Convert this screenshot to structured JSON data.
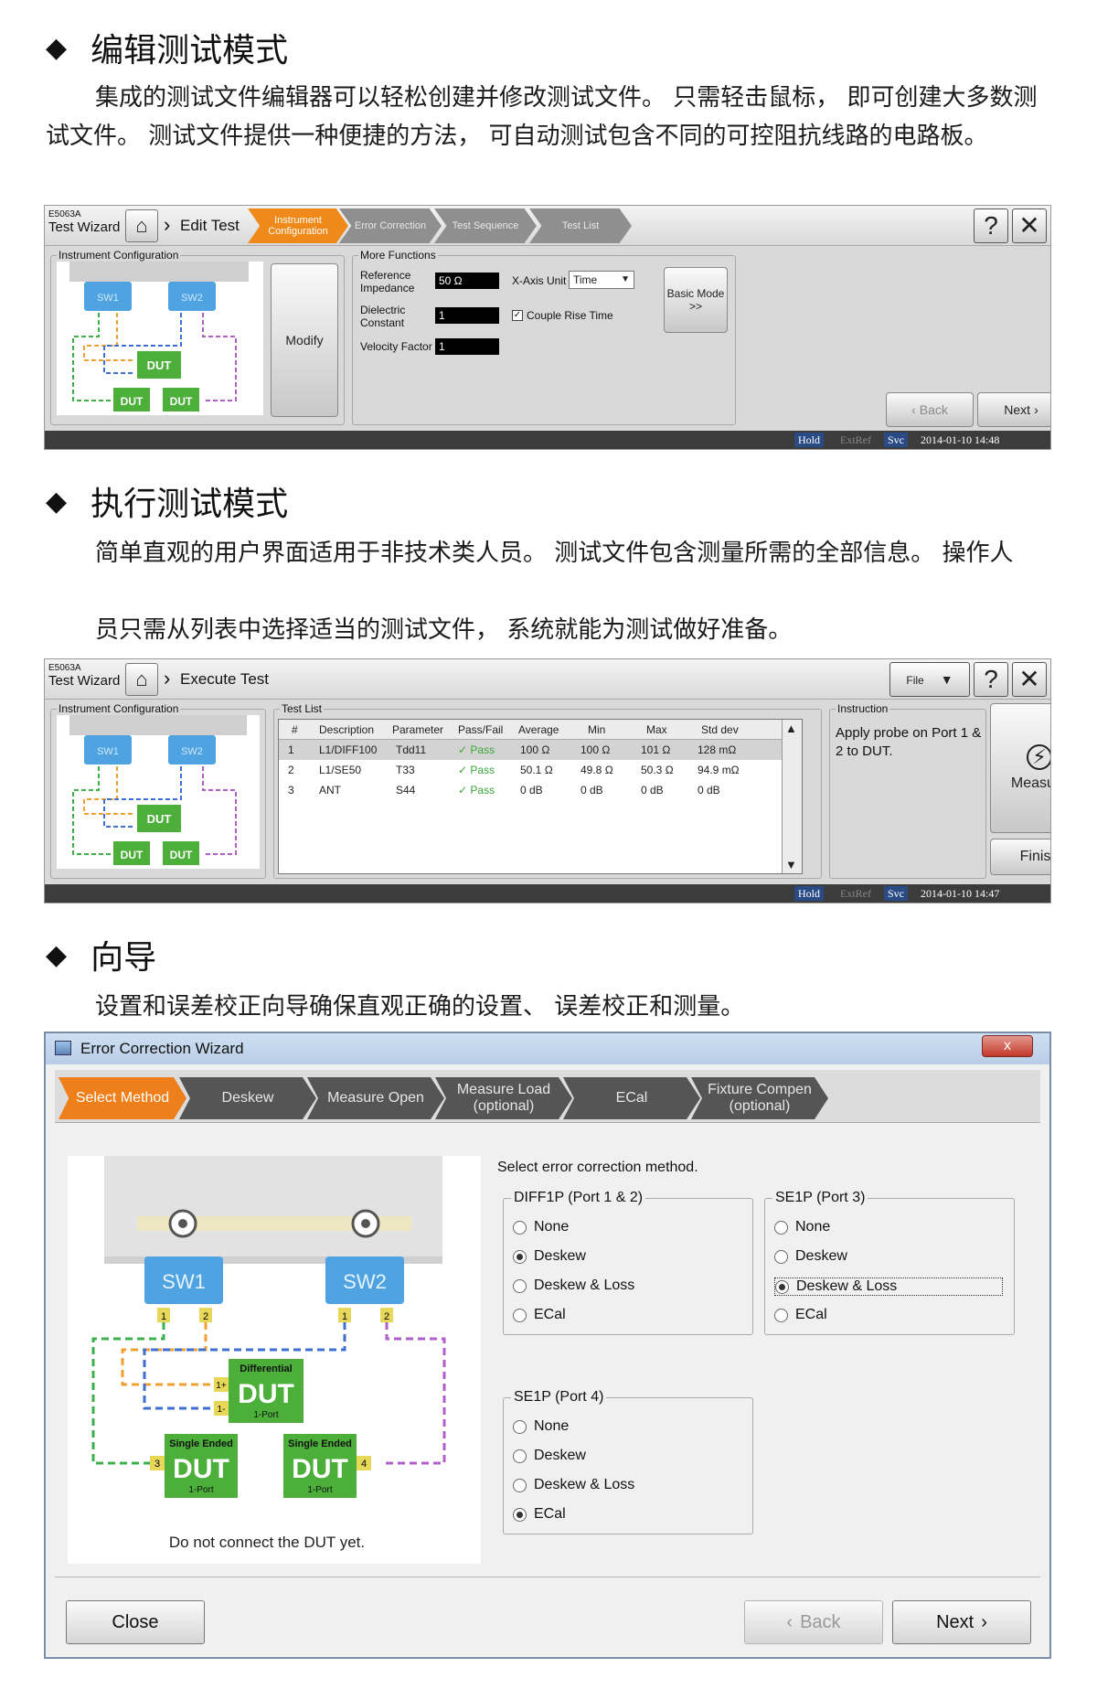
{
  "section1": {
    "bullet": "◆",
    "title": "编辑测试模式",
    "paragraph": "集成的测试文件编辑器可以轻松创建并修改测试文件。 只需轻击鼠标， 即可创建大多数测试文件。 测试文件提供一种便捷的方法， 可自动测试包含不同的可控阻抗线路的电路板。"
  },
  "edit_test": {
    "model": "E5063A",
    "wizard": "Test Wizard",
    "crumb": "Edit Test",
    "steps": [
      "Instrument Configuration",
      "Error Correction",
      "Test Sequence",
      "Test List"
    ],
    "help_label": "?",
    "close_label": "✕",
    "instrument_config_label": "Instrument Configuration",
    "modify_label": "Modify",
    "more_functions_label": "More Functions",
    "reference_impedance_label": "Reference Impedance",
    "reference_impedance_value": "50 Ω",
    "xaxis_label": "X-Axis Unit",
    "xaxis_value": "Time",
    "dielectric_label": "Dielectric Constant",
    "dielectric_value": "1",
    "couple_label": "Couple Rise Time",
    "velocity_label": "Velocity Factor",
    "velocity_value": "1",
    "basic_mode_label": "Basic Mode >>",
    "back_label": "Back",
    "next_label": "Next",
    "status": {
      "hold": "Hold",
      "extref": "ExtRef",
      "svc": "Svc",
      "datetime": "2014-01-10 14:48"
    }
  },
  "section2": {
    "bullet": "◆",
    "title": "执行测试模式",
    "paragraph1": "简单直观的用户界面适用于非技术类人员。 测试文件包含测量所需的全部信息。 操作人",
    "paragraph2": "员只需从列表中选择适当的测试文件， 系统就能为测试做好准备。"
  },
  "execute_test": {
    "model": "E5063A",
    "wizard": "Test Wizard",
    "crumb": "Execute Test",
    "file_label": "File",
    "help_label": "?",
    "close_label": "✕",
    "instrument_config_label": "Instrument Configuration",
    "test_list_label": "Test List",
    "columns": [
      "#",
      "Description",
      "Parameter",
      "Pass/Fail",
      "Average",
      "Min",
      "Max",
      "Std dev"
    ],
    "rows": [
      [
        "1",
        "L1/DIFF100",
        "Tdd11",
        "Pass",
        "100 Ω",
        "100 Ω",
        "101 Ω",
        "128 mΩ"
      ],
      [
        "2",
        "L1/SE50",
        "T33",
        "Pass",
        "50.1 Ω",
        "49.8 Ω",
        "50.3 Ω",
        "94.9 mΩ"
      ],
      [
        "3",
        "ANT",
        "S44",
        "Pass",
        "0 dB",
        "0 dB",
        "0 dB",
        "0 dB"
      ]
    ],
    "instruction_label": "Instruction",
    "instruction_text": "Apply probe on Port 1 & 2  to DUT.",
    "measure_label": "Measure",
    "finish_label": "Finish",
    "status": {
      "hold": "Hold",
      "extref": "ExtRef",
      "svc": "Svc",
      "datetime": "2014-01-10 14:47"
    }
  },
  "section3": {
    "bullet": "◆",
    "title": "向导",
    "paragraph": "设置和误差校正向导确保直观正确的设置、 误差校正和测量。"
  },
  "wizard": {
    "title": "Error Correction Wizard",
    "close_label": "x",
    "steps": [
      "Select Method",
      "Deskew",
      "Measure Open",
      "Measure Load (optional)",
      "ECal",
      "Fixture Compen (optional)"
    ],
    "diagram": {
      "sw1": "SW1",
      "sw2": "SW2",
      "port_labels": [
        "1",
        "2",
        "1",
        "2"
      ],
      "diff_title": "Differential",
      "dut": "DUT",
      "one_port": "1-Port",
      "plus": "1+",
      "minus": "1-",
      "single_ended": "Single Ended",
      "port3": "3",
      "port4": "4",
      "note": "Do not connect the DUT yet."
    },
    "prompt": "Select error correction method.",
    "groups": [
      {
        "label": "DIFF1P (Port 1 & 2)",
        "options": [
          "None",
          "Deskew",
          "Deskew & Loss",
          "ECal"
        ],
        "selected": 1
      },
      {
        "label": "SE1P (Port 3)",
        "options": [
          "None",
          "Deskew",
          "Deskew & Loss",
          "ECal"
        ],
        "selected": 2
      },
      {
        "label": "SE1P (Port 4)",
        "options": [
          "None",
          "Deskew",
          "Deskew & Loss",
          "ECal"
        ],
        "selected": 3
      }
    ],
    "close_button": "Close",
    "back_button": "Back",
    "next_button": "Next"
  },
  "colors": {
    "accent_orange": "#ef8a1a",
    "dut_green": "#4caf3a",
    "switch_blue": "#4fa3e0",
    "trace_orange": "#f0a030",
    "trace_green": "#3cb04a",
    "trace_blue": "#3f6fd0",
    "trace_purple": "#b05ec8"
  }
}
